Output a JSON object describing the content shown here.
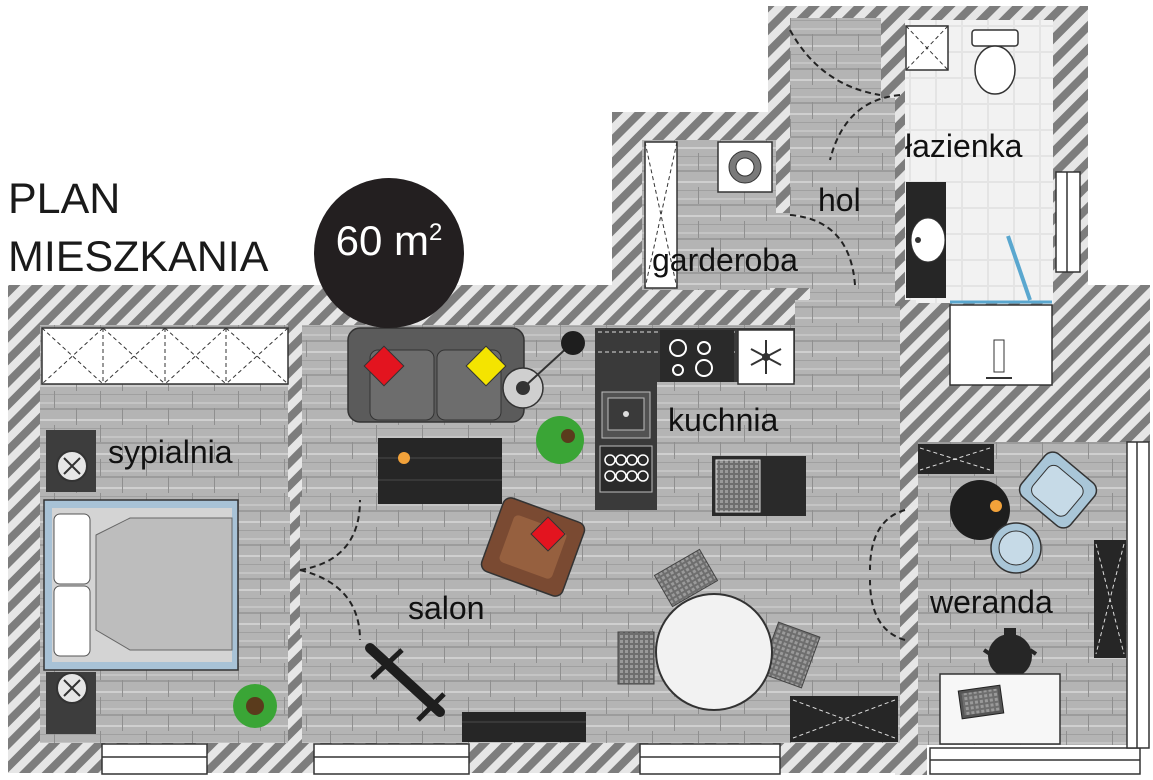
{
  "title": {
    "line1": "PLAN",
    "line2": "MIESZKANIA",
    "area_value": "60 m",
    "area_unit_sup": "2"
  },
  "rooms": {
    "bedroom": "sypialnia",
    "living_room": "salon",
    "kitchen": "kuchnia",
    "wardrobe": "garderoba",
    "hall": "hol",
    "bathroom": "łazienka",
    "veranda": "weranda"
  },
  "colors": {
    "wall_dark": "#7d7d7d",
    "wall_light": "#e6e6e6",
    "floor": "#b4b4b4",
    "badge": "#231f20",
    "sofa": "#5b5b5b",
    "cushion_red": "#e3141f",
    "cushion_yellow": "#f4e400",
    "armchair": "#7a4a32",
    "bed_frame": "#a8c2d6",
    "chair_blue": "#a9c6d8",
    "plant": "#3aa536",
    "accent_orange": "#f2a23a"
  }
}
